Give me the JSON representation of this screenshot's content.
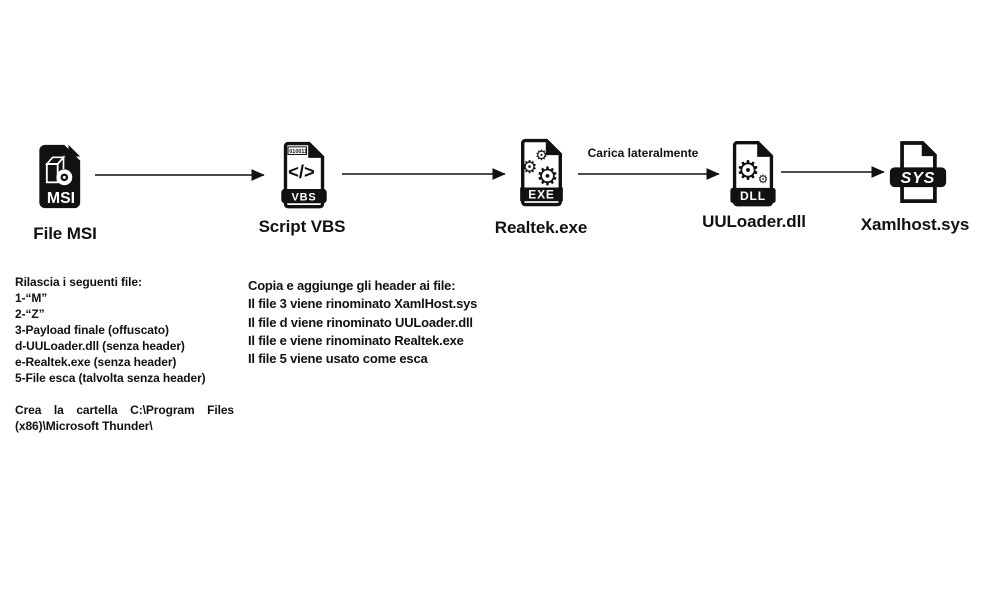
{
  "colors": {
    "ink": "#111111",
    "background": "#ffffff"
  },
  "icons": {
    "gear_glyph": "⚙"
  },
  "diagram": {
    "nodes": [
      {
        "id": "msi",
        "icon": "msi-file-icon",
        "badge": "MSI",
        "label": "File MSI"
      },
      {
        "id": "vbs",
        "icon": "vbs-file-icon",
        "badge": "VBS",
        "binary_text": "010011",
        "code_glyph": "</>",
        "label": "Script VBS"
      },
      {
        "id": "exe",
        "icon": "exe-file-icon",
        "badge": "EXE",
        "label": "Realtek.exe"
      },
      {
        "id": "dll",
        "icon": "dll-file-icon",
        "badge": "DLL",
        "label": "UULoader.dll"
      },
      {
        "id": "sys",
        "icon": "sys-file-icon",
        "badge": "SYS",
        "label": "Xamlhost.sys"
      }
    ],
    "edges": [
      {
        "from": "msi",
        "to": "vbs",
        "label": ""
      },
      {
        "from": "vbs",
        "to": "exe",
        "label": ""
      },
      {
        "from": "exe",
        "to": "dll",
        "label": "Carica lateralmente"
      },
      {
        "from": "dll",
        "to": "sys",
        "label": ""
      }
    ]
  },
  "notes": {
    "msi_drop_list": {
      "lines": [
        "Rilascia i seguenti file:",
        "1-“M”",
        "2-“Z”",
        "3-Payload finale (offuscato)",
        "d-UULoader.dll (senza header)",
        "e-Realtek.exe (senza header)",
        "5-File esca (talvolta senza header)"
      ],
      "folder_note": "Crea la cartella C:\\Program Files (x86)\\Microsoft Thunder\\"
    },
    "vbs_actions": {
      "lines": [
        "Copia e aggiunge gli header ai file:",
        "Il file 3 viene rinominato XamlHost.sys",
        "Il file d viene rinominato UULoader.dll",
        "Il file e viene rinominato Realtek.exe",
        "Il file 5 viene usato come esca"
      ]
    }
  }
}
